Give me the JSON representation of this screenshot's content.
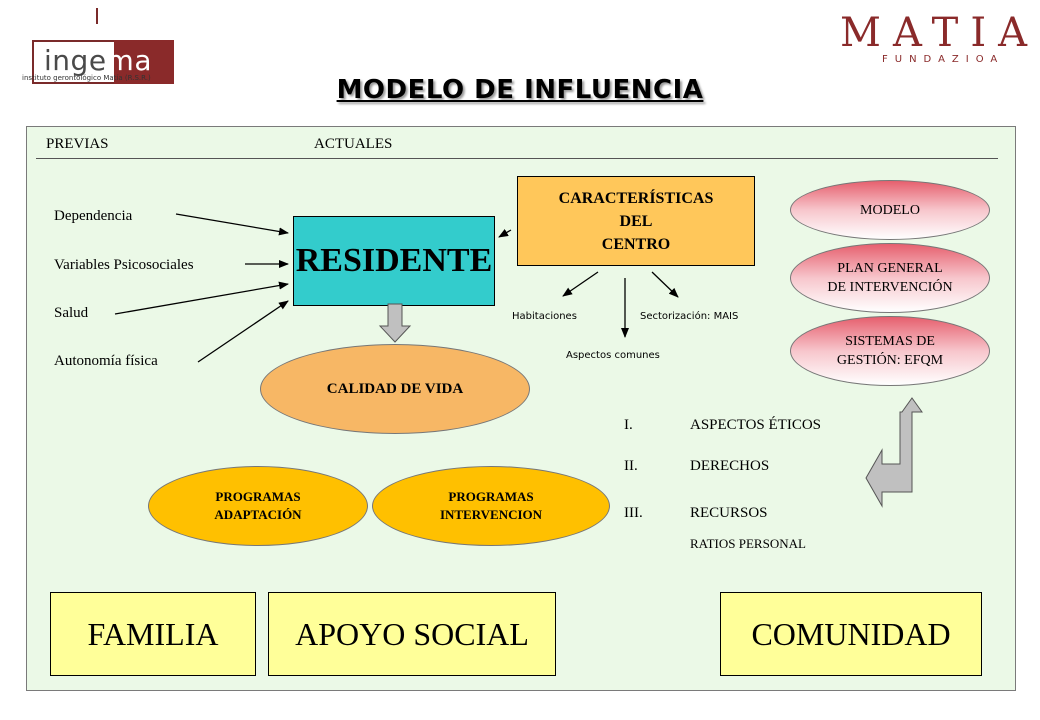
{
  "logos": {
    "ingema": {
      "word_left": "ing",
      "word_mid": "e",
      "word_right": "ma",
      "subtitle": "instituto gerontológico Matía (R.S.R.)"
    },
    "matia": {
      "main": "MATIA",
      "sub": "FUNDAZIOA"
    }
  },
  "title": "MODELO DE INFLUENCIA",
  "columns": {
    "previas": "PREVIAS",
    "actuales": "ACTUALES"
  },
  "factors": [
    "Dependencia",
    "Variables Psicosociales",
    "Salud",
    "Autonomía física"
  ],
  "residente": "RESIDENTE",
  "caracteristicas": {
    "line1": "CARACTERÍSTICAS",
    "line2": "DEL",
    "line3": "CENTRO"
  },
  "centro_aspects": {
    "habitaciones": "Habitaciones",
    "sectorizacion": "Sectorización: MAIS",
    "comunes": "Aspectos comunes"
  },
  "calidad": "CALIDAD DE VIDA",
  "programas": {
    "adaptacion": {
      "line1": "PROGRAMAS",
      "line2": "ADAPTACIÓN"
    },
    "intervencion": {
      "line1": "PROGRAMAS",
      "line2": "INTERVENCION"
    }
  },
  "management": {
    "modelo": "MODELO",
    "plan": {
      "line1": "PLAN GENERAL",
      "line2": "DE INTERVENCIÓN"
    },
    "sistemas": {
      "line1": "SISTEMAS DE",
      "line2": "GESTIÓN: EFQM"
    }
  },
  "list": [
    {
      "num": "I.",
      "text": "ASPECTOS ÉTICOS"
    },
    {
      "num": "II.",
      "text": "DERECHOS"
    },
    {
      "num": "III.",
      "text": "RECURSOS"
    }
  ],
  "list_sub": "RATIOS PERSONAL",
  "bottom": {
    "familia": "FAMILIA",
    "apoyo": "APOYO SOCIAL",
    "comunidad": "COMUNIDAD"
  },
  "colors": {
    "panel": "#ebf9e7",
    "residente": "#33cccc",
    "centro": "#ffc75a",
    "calidad": "#f7b765",
    "programas": "#ffc000",
    "bottom": "#ffff99",
    "brand": "#8a2a2a"
  }
}
